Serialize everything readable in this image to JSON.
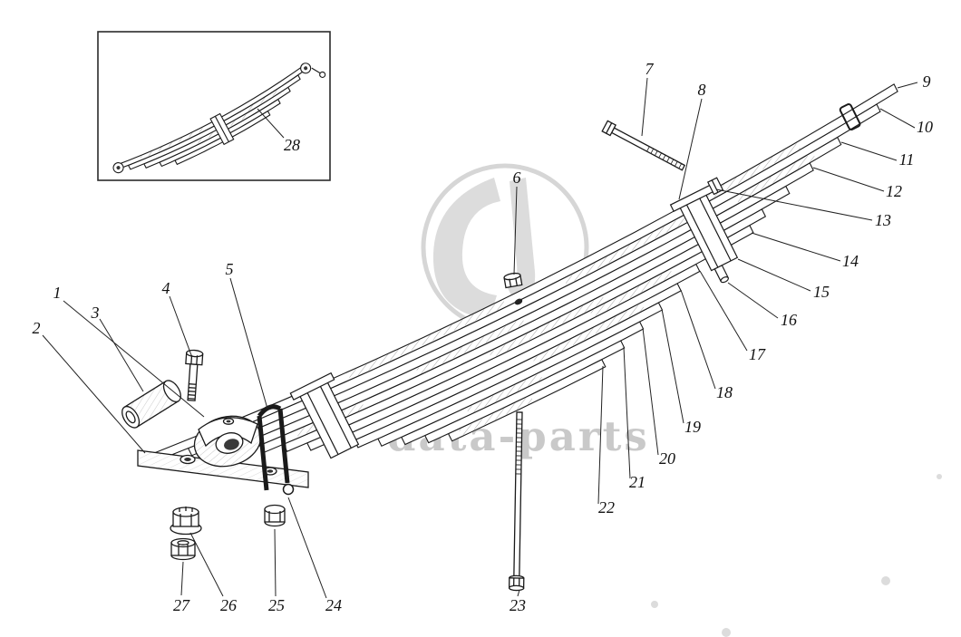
{
  "watermark": {
    "text": "data-parts"
  },
  "colors": {
    "line": "#1a1a1a",
    "watermark_text": "#c9c9c9",
    "watermark_logo": "#d6d6d6"
  },
  "callouts": [
    {
      "label": "1"
    },
    {
      "label": "2"
    },
    {
      "label": "3"
    },
    {
      "label": "4"
    },
    {
      "label": "5"
    },
    {
      "label": "6"
    },
    {
      "label": "7"
    },
    {
      "label": "8"
    },
    {
      "label": "9"
    },
    {
      "label": "10"
    },
    {
      "label": "11"
    },
    {
      "label": "12"
    },
    {
      "label": "13"
    },
    {
      "label": "14"
    },
    {
      "label": "15"
    },
    {
      "label": "16"
    },
    {
      "label": "17"
    },
    {
      "label": "18"
    },
    {
      "label": "19"
    },
    {
      "label": "20"
    },
    {
      "label": "21"
    },
    {
      "label": "22"
    },
    {
      "label": "23"
    },
    {
      "label": "24"
    },
    {
      "label": "25"
    },
    {
      "label": "26"
    },
    {
      "label": "27"
    },
    {
      "label": "28"
    }
  ]
}
